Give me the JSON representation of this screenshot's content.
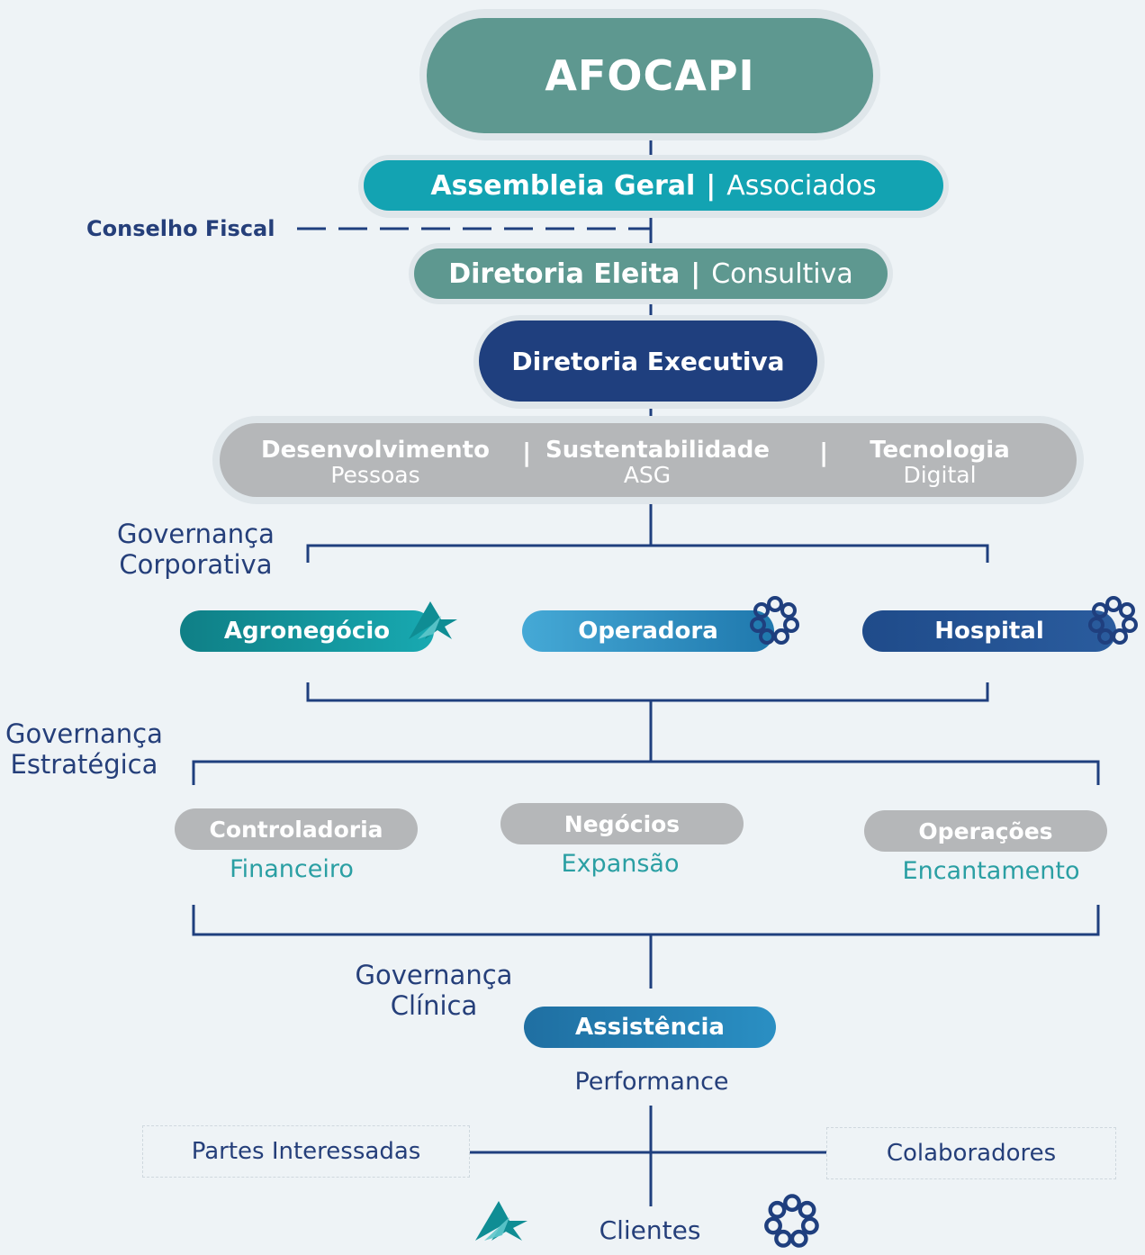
{
  "top": {
    "title": "AFOCAPI"
  },
  "assembleia": {
    "bold": "Assembleia Geral",
    "sep": "|",
    "light": "Associados"
  },
  "conselho_fiscal": "Conselho Fiscal",
  "diretoria_eleita": {
    "bold": "Diretoria Eleita",
    "sep": "|",
    "light": "Consultiva"
  },
  "diretoria_executiva": "Diretoria Executiva",
  "pillars": {
    "items": [
      {
        "title": "Desenvolvimento",
        "subtitle": "Pessoas"
      },
      {
        "title": "Sustentabilidade",
        "subtitle": "ASG"
      },
      {
        "title": "Tecnologia",
        "subtitle": "Digital"
      }
    ],
    "separator": "|"
  },
  "governanca_corporativa": {
    "line1": "Governança",
    "line2": "Corporativa"
  },
  "units": [
    {
      "label": "Agronegócio",
      "icon": "agro-logo-icon",
      "color": "#0f8d94"
    },
    {
      "label": "Operadora",
      "icon": "flower-logo-icon",
      "color": "#2a8fc3"
    },
    {
      "label": "Hospital",
      "icon": "flower-logo-icon",
      "color": "#1f4b8a"
    }
  ],
  "governanca_estrategica": {
    "line1": "Governança",
    "line2": "Estratégica"
  },
  "strategic": [
    {
      "label": "Controladoria",
      "sub": "Financeiro"
    },
    {
      "label": "Negócios",
      "sub": "Expansão"
    },
    {
      "label": "Operações",
      "sub": "Encantamento"
    }
  ],
  "governanca_clinica": {
    "line1": "Governança",
    "line2": "Clínica"
  },
  "assistencia": "Assistência",
  "performance": "Performance",
  "partes_interessadas": "Partes Interessadas",
  "colaboradores": "Colaboradores",
  "clientes": "Clientes",
  "colors": {
    "navy": "#1f3f7e",
    "teal": "#13a3b2",
    "sage": "#5e9890",
    "grey_pill": "#b5b7b9",
    "accent_text": "#2a9fa3",
    "background": "#eef3f6"
  }
}
